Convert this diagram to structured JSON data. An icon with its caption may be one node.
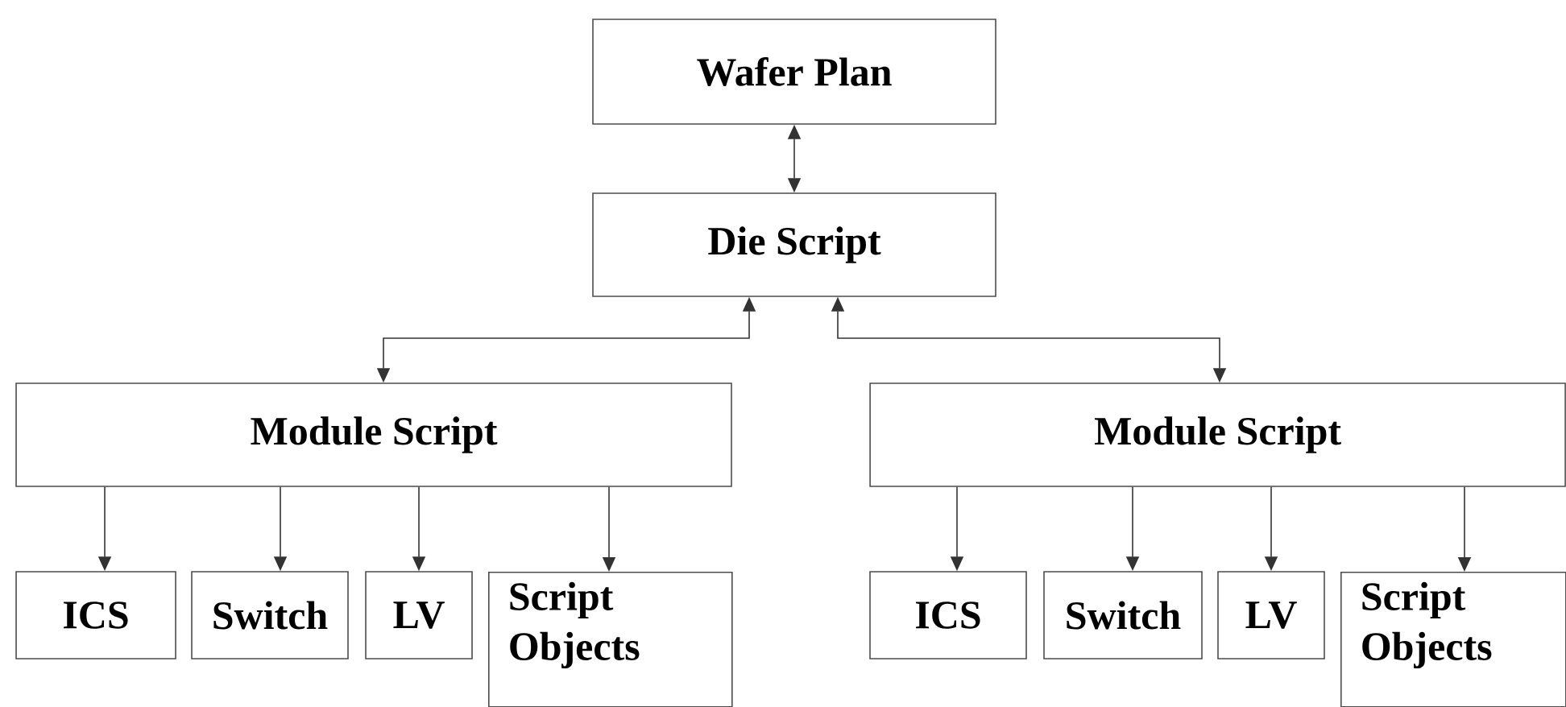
{
  "diagram": {
    "nodes": [
      {
        "text": [
          "Wafer Plan"
        ]
      },
      {
        "text": [
          "Die Script"
        ]
      },
      {
        "text": [
          "Module Script"
        ]
      },
      {
        "text": [
          "ICS"
        ]
      },
      {
        "text": [
          "Switch"
        ]
      },
      {
        "text": [
          "LV"
        ]
      },
      {
        "text": [
          "Script Objects"
        ]
      },
      {
        "text": [
          "Module Script"
        ]
      },
      {
        "text": [
          "ICS"
        ]
      },
      {
        "text": [
          "Switch"
        ]
      },
      {
        "text": [
          "LV"
        ]
      },
      {
        "text": [
          "Script Objects"
        ]
      }
    ],
    "edges": [
      {
        "from": 0,
        "to": 1,
        "arrow": "both"
      },
      {
        "from": 1,
        "to": 2,
        "arrow": "both"
      },
      {
        "from": 1,
        "to": 7,
        "arrow": "both"
      },
      {
        "from": 2,
        "to": 3,
        "arrow": "to"
      },
      {
        "from": 2,
        "to": 4,
        "arrow": "to"
      },
      {
        "from": 2,
        "to": 5,
        "arrow": "to"
      },
      {
        "from": 2,
        "to": 6,
        "arrow": "to"
      },
      {
        "from": 7,
        "to": 8,
        "arrow": "to"
      },
      {
        "from": 7,
        "to": 9,
        "arrow": "to"
      },
      {
        "from": 7,
        "to": 10,
        "arrow": "to"
      },
      {
        "from": 7,
        "to": 11,
        "arrow": "to"
      }
    ]
  }
}
